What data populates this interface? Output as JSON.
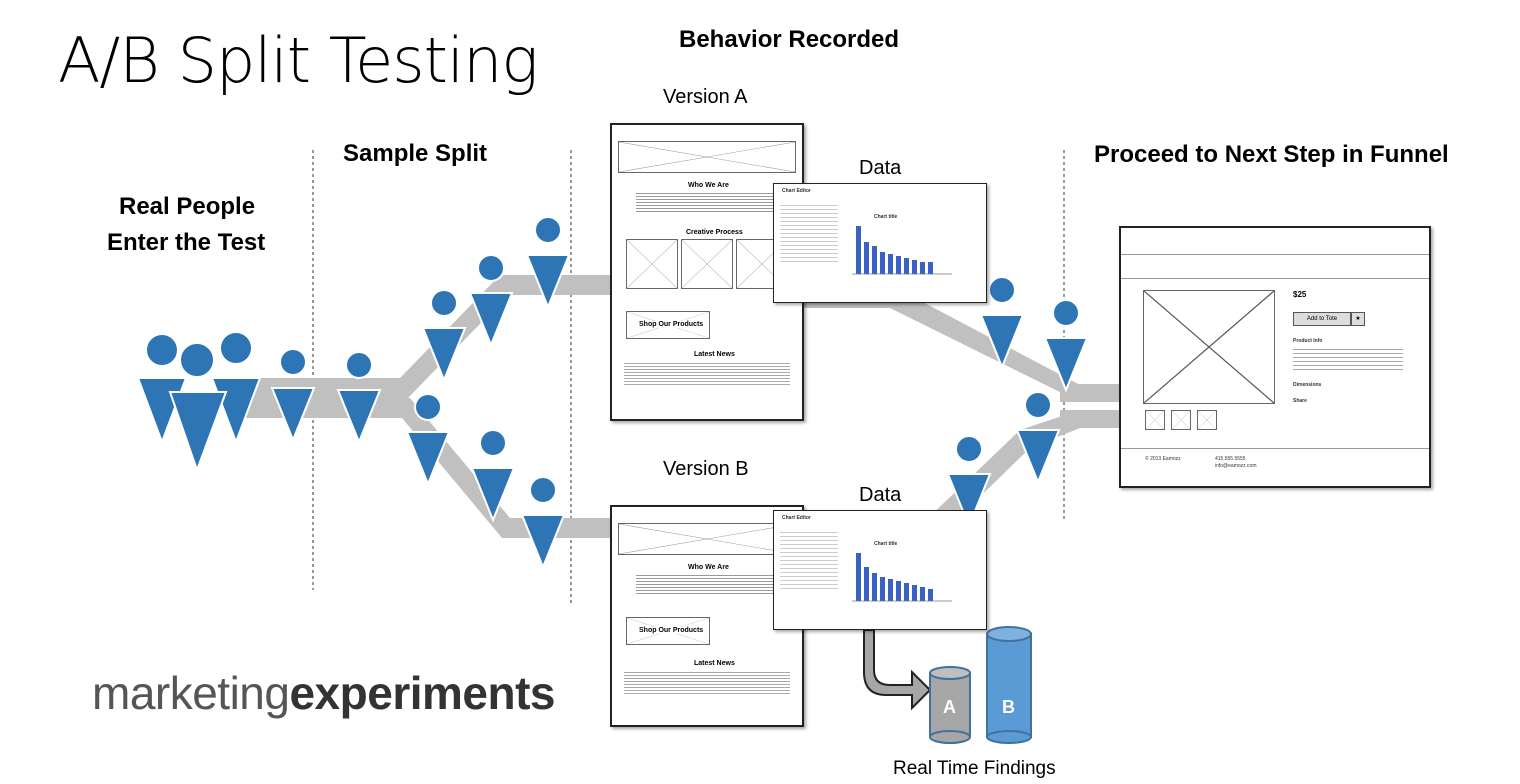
{
  "title": "A/B Split Testing",
  "headers": {
    "behavior_recorded": "Behavior Recorded",
    "sample_split": "Sample Split",
    "real_people_line1": "Real People",
    "real_people_line2": "Enter the Test",
    "proceed": "Proceed to Next Step in Funnel"
  },
  "labels": {
    "version_a": "Version A",
    "version_b": "Version B",
    "data_a": "Data",
    "data_b": "Data",
    "findings": "Real Time Findings",
    "cyl_a": "A",
    "cyl_b": "B"
  },
  "wireframe": {
    "who_we_are": "Who We Are",
    "creative_process": "Creative Process",
    "shop_products": "Shop Our Products",
    "latest_news": "Latest News"
  },
  "chart_editor": {
    "title": "Chart Editor",
    "chart_title": "Chart title"
  },
  "product_page": {
    "price": "$25",
    "add_to_tote": "Add to Tote",
    "product_info": "Product Info",
    "dimensions": "Dimensions",
    "share": "Share",
    "footer_copyright": "© 2013 Eamozz",
    "phone": "415.555.5555",
    "email": "info@eamozz.com"
  },
  "logo": {
    "part1": "marketing",
    "part2": "experiments"
  },
  "colors": {
    "person_blue": "#2e75b6",
    "path_gray": "#c0c0c0",
    "cylinder_a": "#a6a6a6",
    "cylinder_b": "#5b9bd5"
  }
}
